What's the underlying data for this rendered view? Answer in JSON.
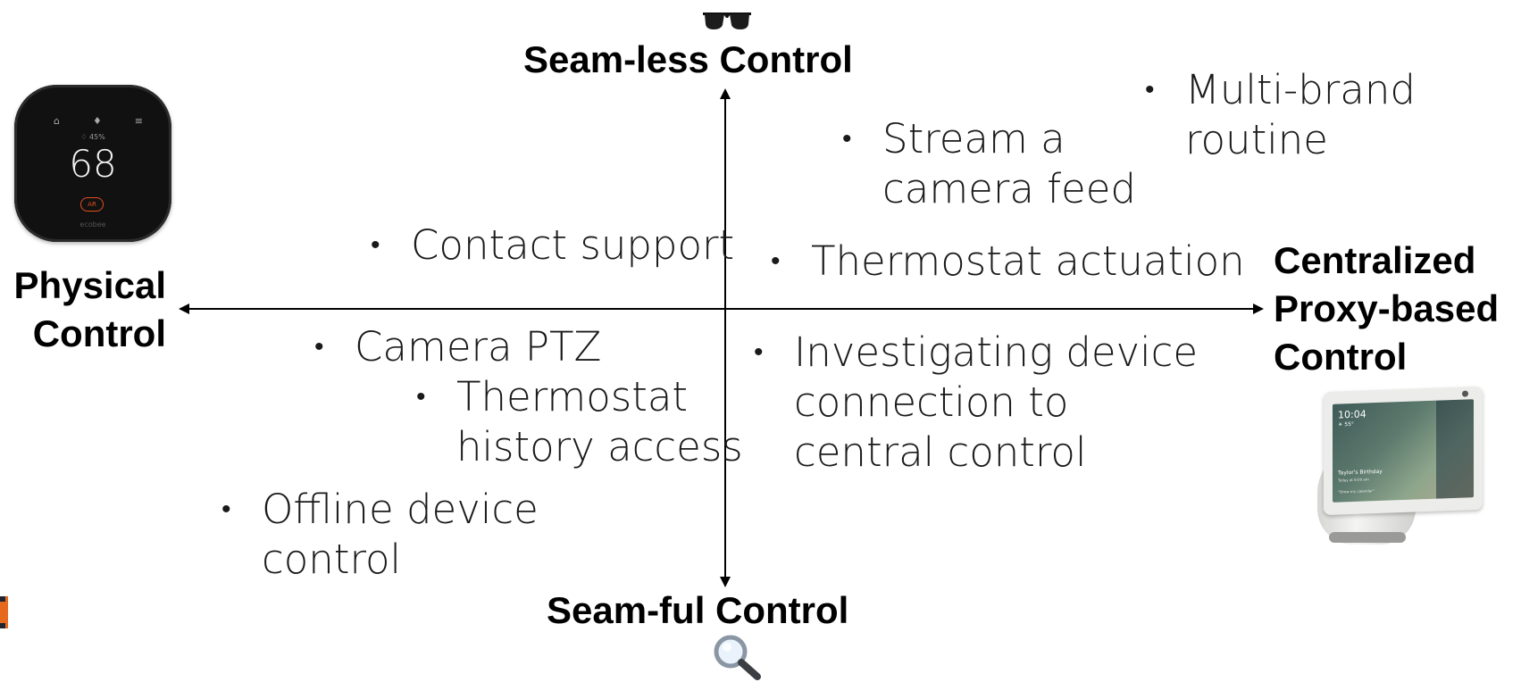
{
  "axes": {
    "top": "Seam-less Control",
    "bottom": "Seam-ful Control",
    "left": "Physical\nControl",
    "right": "Centralized\nProxy-based\nControl"
  },
  "icons": {
    "top": "sunglasses-icon",
    "bottom": "magnifying-glass-icon",
    "left": "thermostat-device-icon",
    "right": "smart-display-device-icon"
  },
  "thermostat": {
    "temperature": "68",
    "humidity": "♢ 45%",
    "mode": "AR",
    "brand": "ecobee"
  },
  "smart_display": {
    "time": "10:04",
    "temp": "☀ 55°",
    "event": "Taylor's Birthday",
    "event_sub": "Today at 8:00 am",
    "hint": "\"Show my calendar\""
  },
  "items": [
    {
      "text": "Multi-brand\nroutine"
    },
    {
      "text": "Stream a\ncamera feed"
    },
    {
      "text": "Contact support"
    },
    {
      "text": "Thermostat actuation"
    },
    {
      "text": "Camera PTZ"
    },
    {
      "text": "Investigating device\nconnection to\ncentral control"
    },
    {
      "text": "Thermostat\nhistory access"
    },
    {
      "text": "Offline device\ncontrol"
    }
  ],
  "bullet_glyph": "•",
  "colors": {
    "axis": "#000000",
    "text": "#1a1a1a",
    "thermostat_body": "#111111",
    "thermostat_accent": "#e2501e",
    "display_body": "#e8e8e6",
    "edge_badge": "#e56a1e"
  }
}
